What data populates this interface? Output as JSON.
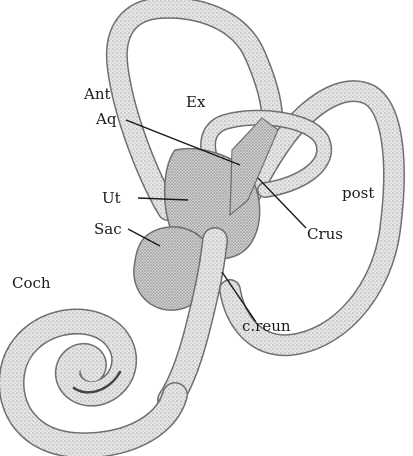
{
  "figure": {
    "labels": {
      "ant": "Ant",
      "ex": "Ex",
      "aq": "Aq",
      "ut": "Ut",
      "crus": "Crus",
      "post": "post",
      "sac": "Sac",
      "coch": "Coch",
      "creun": "c.reun"
    },
    "colors": {
      "stipple": "#b9b9b9",
      "stipple_light": "#d9d9d9",
      "outline": "#6f6f6f",
      "ink": "#1a1a1a"
    }
  }
}
